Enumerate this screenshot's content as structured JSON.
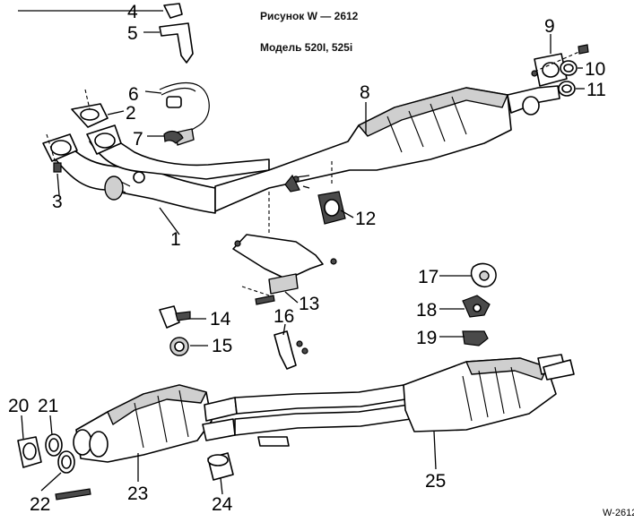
{
  "caption": {
    "figure": "Рисунок W — 2612",
    "model": "Модель 520I, 525i"
  },
  "figure_code": "W-2612",
  "callouts": {
    "c1": "1",
    "c2": "2",
    "c3": "3",
    "c4": "4",
    "c5": "5",
    "c6": "6",
    "c7": "7",
    "c8": "8",
    "c9": "9",
    "c10": "10",
    "c11": "11",
    "c12": "12",
    "c13": "13",
    "c14": "14",
    "c15": "15",
    "c16": "16",
    "c17": "17",
    "c18": "18",
    "c19": "19",
    "c20": "20",
    "c21": "21",
    "c22": "22",
    "c23": "23",
    "c24": "24",
    "c25": "25"
  }
}
